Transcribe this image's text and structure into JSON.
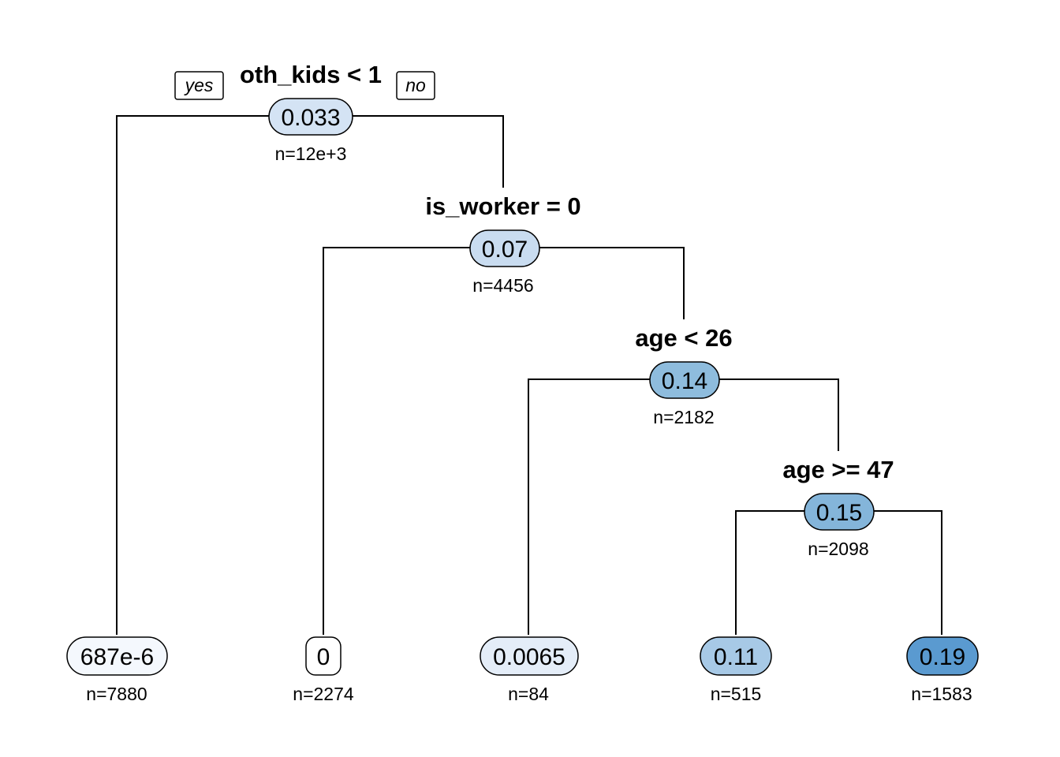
{
  "tree": {
    "branch_labels": {
      "yes": "yes",
      "no": "no"
    },
    "nodes": {
      "root": {
        "split": "oth_kids < 1",
        "value": "0.033",
        "count": "n=12e+3",
        "fill": "#d4e3f4"
      },
      "is-worker": {
        "split": "is_worker = 0",
        "value": "0.07",
        "count": "n=4456",
        "fill": "#c9dcf0"
      },
      "age-26": {
        "split": "age < 26",
        "value": "0.14",
        "count": "n=2182",
        "fill": "#8ebcdd"
      },
      "age-47": {
        "split": "age >= 47",
        "value": "0.15",
        "count": "n=2098",
        "fill": "#84b5da"
      },
      "leaf-1": {
        "value": "687e-6",
        "count": "n=7880",
        "fill": "#f4f8fd"
      },
      "leaf-2": {
        "value": "0",
        "count": "n=2274",
        "fill": "#ffffff"
      },
      "leaf-3": {
        "value": "0.0065",
        "count": "n=84",
        "fill": "#e4edf8"
      },
      "leaf-4": {
        "value": "0.11",
        "count": "n=515",
        "fill": "#a7c9e6"
      },
      "leaf-5": {
        "value": "0.19",
        "count": "n=1583",
        "fill": "#5a9ad0"
      }
    }
  }
}
